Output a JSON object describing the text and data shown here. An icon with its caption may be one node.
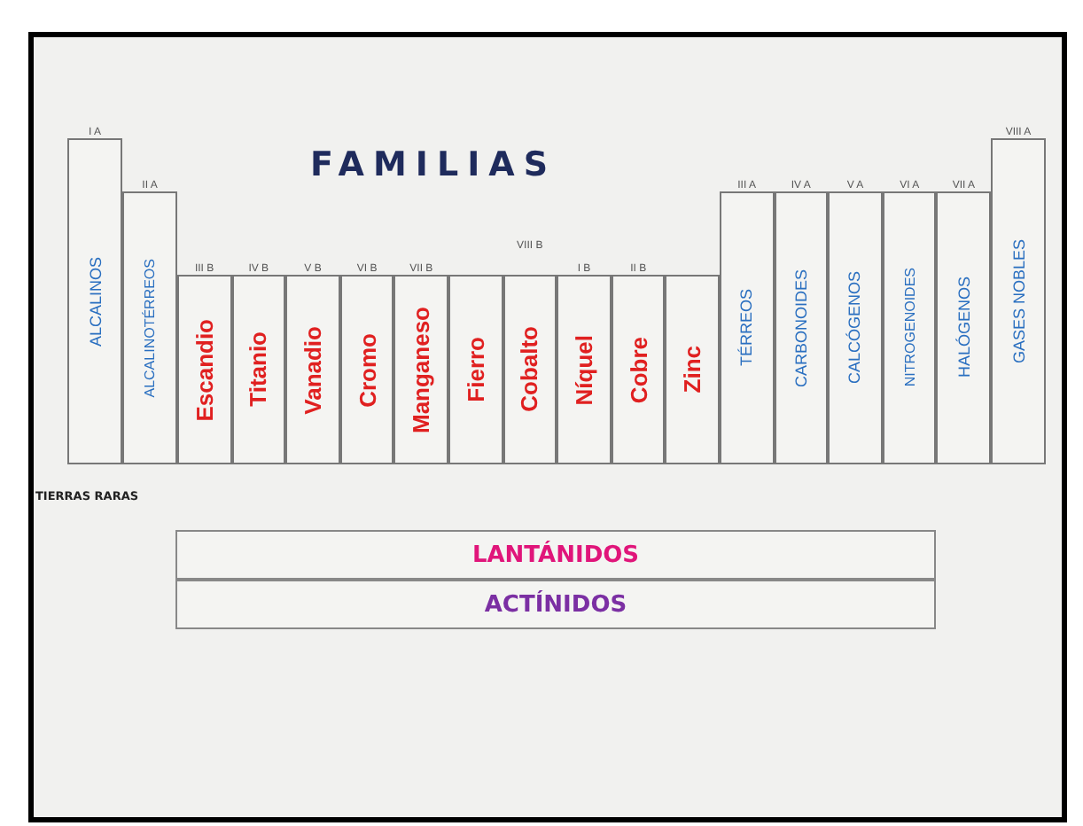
{
  "diagram": {
    "title": "FAMILIAS",
    "nodes": [
      {
        "text": [
          "ALCALINOS"
        ]
      },
      {
        "text": [
          "ALCALINOTÉRREOS"
        ]
      },
      {
        "text": [
          "Escandio"
        ]
      },
      {
        "text": [
          "Titanio"
        ]
      },
      {
        "text": [
          "Vanadio"
        ]
      },
      {
        "text": [
          "Cromo"
        ]
      },
      {
        "text": [
          "Manganeso"
        ]
      },
      {
        "text": [
          "Fierro"
        ]
      },
      {
        "text": [
          "Cobalto"
        ]
      },
      {
        "text": [
          "Níquel"
        ]
      },
      {
        "text": [
          "Cobre"
        ]
      },
      {
        "text": [
          "Zinc"
        ]
      },
      {
        "text": [
          "TÉRREOS"
        ]
      },
      {
        "text": [
          "CARBONOIDES"
        ]
      },
      {
        "text": [
          "CALCÓGENOS"
        ]
      },
      {
        "text": [
          "NITROGENOIDES"
        ]
      },
      {
        "text": [
          "HALÓGENOS"
        ]
      },
      {
        "text": [
          "GASES NOBLES"
        ]
      },
      {
        "text": [
          "LANTÁNIDOS"
        ]
      },
      {
        "text": [
          "ACTÍNIDOS"
        ]
      }
    ],
    "labels": [
      "I A",
      "II A",
      "III B",
      "IV B",
      "V B",
      "VI B",
      "VII B",
      "VIII B",
      "I B",
      "II B",
      "III A",
      "IV A",
      "V A",
      "VI A",
      "VII A",
      "VIII A",
      "TIERRAS RARAS"
    ]
  }
}
